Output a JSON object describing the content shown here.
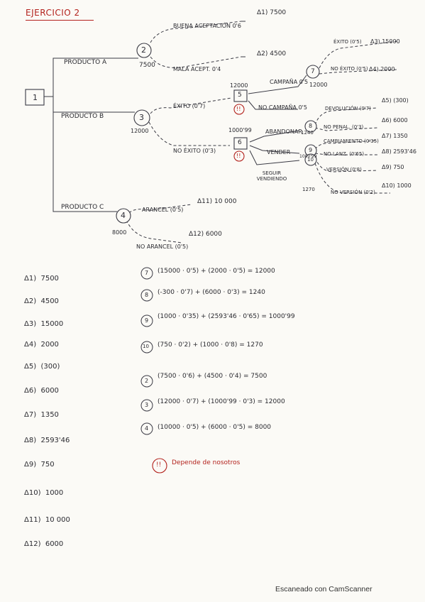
{
  "title": "EJERCICIO 2",
  "tree": {
    "root": "1",
    "products": [
      {
        "label": "PRODUCTO A",
        "node": "2",
        "value": "7500",
        "upper": "BUENA ACEPTACIÓN 0'6",
        "lower": "MALA ACEPT. 0'4",
        "d_upper": "Δ1) 7500",
        "d_lower": "Δ2) 4500"
      },
      {
        "label": "PRODUCTO B",
        "node": "3",
        "value": "12000",
        "upper": "ÉXITO (0'7)",
        "lower": "NO ÉXITO (0'3)"
      },
      {
        "label": "PRODUCTO C",
        "node": "4",
        "value": "8000",
        "upper": "ARANCEL (0'5)",
        "lower": "NO ARANCEL (0'5)",
        "d_upper": "Δ11) 10 000",
        "d_lower": "Δ12) 6000"
      }
    ],
    "decision_5": {
      "node": "5",
      "value": "12000",
      "marker": "!!",
      "campaign": "CAMPAÑA 0'5",
      "no_campaign": "NO CAMPAÑA 0'5"
    },
    "chance_7": {
      "node": "7",
      "value": "12000",
      "success": "ÉXITO (0'5)",
      "fail": "NO ÉXITO (0'5)",
      "d_success": "Δ3) 15000",
      "d_fail": "Δ4) 2000"
    },
    "decision_6": {
      "node": "6",
      "value": "1000'99",
      "marker": "!!",
      "abandon": "ABANDONAR",
      "sell": "VENDER",
      "keep": "SEGUIR VENDIENDO"
    },
    "chance_8": {
      "node": "8",
      "value": "1240",
      "opt1": "DEVOLUCIÓN (0'7)",
      "opt2": "NO PENAL. (0'3)",
      "d_opt1": "Δ5) (300)",
      "d_opt2": "Δ6) 6000"
    },
    "chance_9": {
      "node": "9",
      "value": "1000'99",
      "opt1": "CAMBIAMIENTO (0'35)",
      "opt2": "NO LANZ. (0'65)",
      "d_opt1": "Δ7) 1350",
      "d_opt2": "Δ8) 2593'46"
    },
    "chance_10": {
      "node": "10",
      "value": "1270",
      "opt1": "VERSIÓN (0'8)",
      "opt2": "NO VERSIÓN (0'2)",
      "d_opt1": "Δ9) 750",
      "d_opt2": "Δ10) 1000"
    }
  },
  "payoffs": [
    {
      "label": "Δ1)",
      "value": "7500"
    },
    {
      "label": "Δ2)",
      "value": "4500"
    },
    {
      "label": "Δ3)",
      "value": "15000"
    },
    {
      "label": "Δ4)",
      "value": "2000"
    },
    {
      "label": "Δ5)",
      "value": "(300)"
    },
    {
      "label": "Δ6)",
      "value": "6000"
    },
    {
      "label": "Δ7)",
      "value": "1350"
    },
    {
      "label": "Δ8)",
      "value": "2593'46"
    },
    {
      "label": "Δ9)",
      "value": "750"
    },
    {
      "label": "Δ10)",
      "value": "1000"
    },
    {
      "label": "Δ11)",
      "value": "10 000"
    },
    {
      "label": "Δ12)",
      "value": "6000"
    }
  ],
  "calculations": [
    {
      "node": "7",
      "formula": "(15000 · 0'5) + (2000 · 0'5) = 12000"
    },
    {
      "node": "8",
      "formula": "(-300 · 0'7) + (6000 · 0'3) = 1240"
    },
    {
      "node": "9",
      "formula": "(1000 · 0'35) + (2593'46 · 0'65) = 1000'99"
    },
    {
      "node": "10",
      "formula": "(750 · 0'2) + (1000 · 0'8) = 1270"
    },
    {
      "node": "2",
      "formula": "(7500 · 0'6) + (4500 · 0'4) = 7500"
    },
    {
      "node": "3",
      "formula": "(12000 · 0'7) + (1000'99 · 0'3) = 12000"
    },
    {
      "node": "4",
      "formula": "(10000 · 0'5) + (6000 · 0'5) = 8000"
    }
  ],
  "note": {
    "marker": "!!",
    "text": "Depende de nosotros"
  },
  "footer": "Escaneado con CamScanner"
}
